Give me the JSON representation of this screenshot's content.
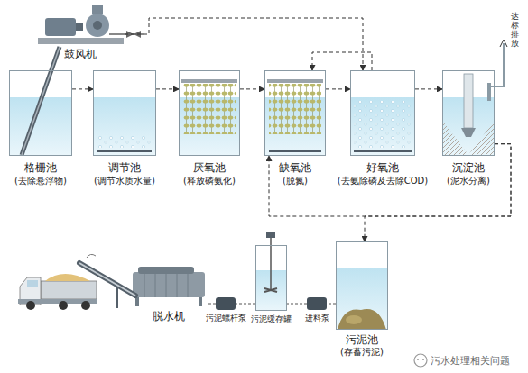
{
  "diagram": {
    "nodes": [
      {
        "text": [
          "鼓风机"
        ]
      },
      {
        "text": [
          "格栅池",
          "(去除悬浮物)"
        ]
      },
      {
        "text": [
          "调节池",
          "(调节水质水量)"
        ]
      },
      {
        "text": [
          "厌氧池",
          "(释放磷氨化)"
        ]
      },
      {
        "text": [
          "缺氧池",
          "(脱氮)"
        ]
      },
      {
        "text": [
          "好氧池",
          "(去氨除磷及去除COD)"
        ]
      },
      {
        "text": [
          "沉淀池",
          "(泥水分离)"
        ]
      },
      {
        "text": [
          "污泥池",
          "(存蓄污泥)"
        ]
      },
      {
        "text": [
          "进料泵"
        ]
      },
      {
        "text": [
          "污泥缓存罐"
        ]
      },
      {
        "text": [
          "污泥螺杆泵"
        ]
      },
      {
        "text": [
          "脱水机"
        ]
      }
    ],
    "edges": [
      {
        "from": 1,
        "to": 2,
        "arrow": "to"
      },
      {
        "from": 2,
        "to": 3,
        "arrow": "to"
      },
      {
        "from": 3,
        "to": 4,
        "arrow": "to"
      },
      {
        "from": 4,
        "to": 5,
        "arrow": "to"
      },
      {
        "from": 5,
        "to": 6,
        "arrow": "to"
      },
      {
        "from": 0,
        "to": 5,
        "arrow": "to"
      },
      {
        "from": 5,
        "to": 4,
        "arrow": "to"
      },
      {
        "from": 6,
        "to": 7,
        "arrow": "to"
      },
      {
        "from": 6,
        "to": 4,
        "arrow": "to"
      },
      {
        "from": 7,
        "to": 8,
        "arrow": "none"
      },
      {
        "from": 8,
        "to": 9,
        "arrow": "none"
      },
      {
        "from": 9,
        "to": 10,
        "arrow": "none"
      },
      {
        "from": 10,
        "to": 11,
        "arrow": "none"
      }
    ],
    "labels": [
      "达标排放",
      "污水处理相关问题"
    ]
  }
}
